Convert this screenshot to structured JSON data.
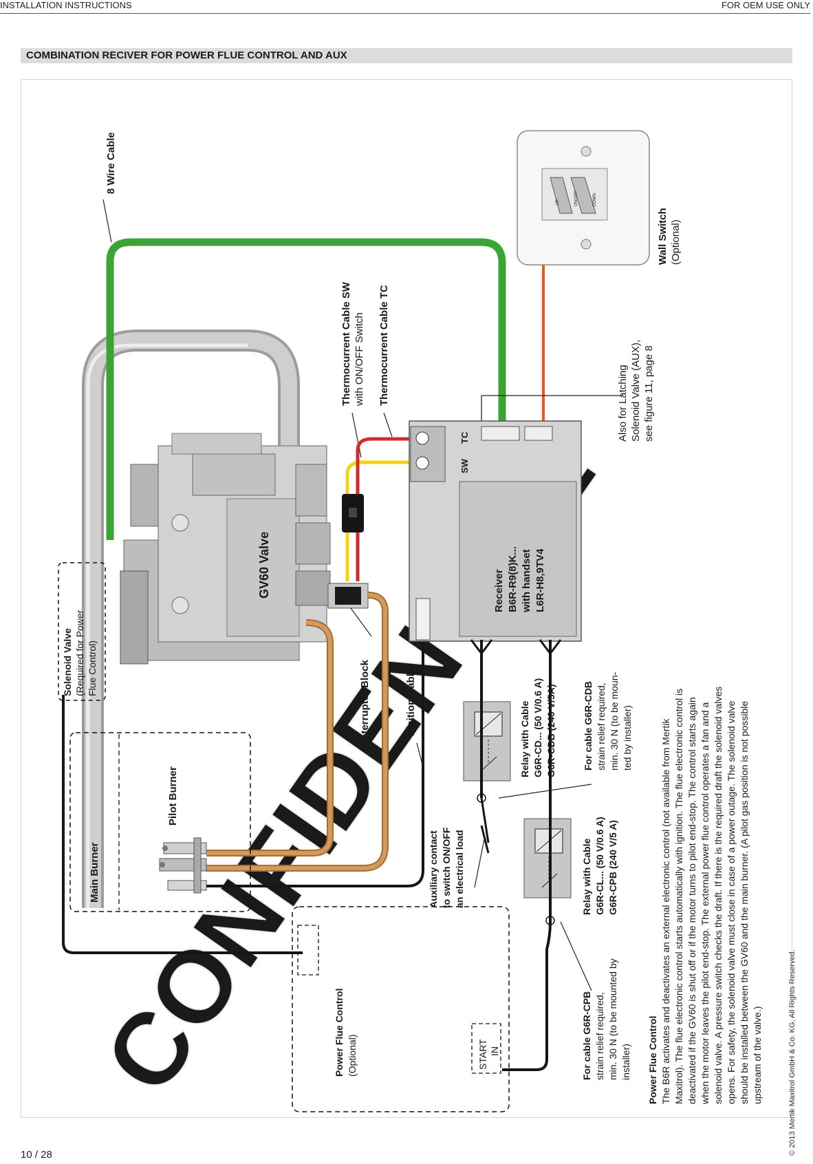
{
  "header": {
    "left": "INSTALLATION INSTRUCTIONS",
    "right": "FOR OEM USE ONLY"
  },
  "section_title": "COMBINATION RECIVER FOR POWER FLUE CONTROL AND AUX",
  "diagram": {
    "watermark": "CONFIDENTIAL",
    "labels": {
      "cable_8wire": "8 Wire Cable",
      "wall_switch": "Wall Switch",
      "wall_switch_optional": "(Optional)",
      "switch_up": "UP",
      "switch_onoff": "ON/OFF",
      "switch_down": "DOWN",
      "tc_sw_title": "Thermocurrent Cable SW",
      "tc_sw_sub": "with ON/OFF Switch",
      "tc_tc_title": "Thermocurrent Cable TC",
      "aux_note_1": "Also for Latching",
      "aux_note_2": "Solenoid Valve (AUX),",
      "aux_note_3": "see figure 11, page 8",
      "terminal_sw": "SW",
      "terminal_tc": "TC",
      "gv60": "GV60 Valve",
      "receiver_1": "Receiver",
      "receiver_2": "B6R-R9(8)K...",
      "receiver_3": "with handset",
      "receiver_4": "L6R-H8,9TV4",
      "solenoid_title": "Solenoid Valve",
      "solenoid_sub_1": "(Required for Power",
      "solenoid_sub_2": "Flue Control)",
      "interrupter": "Interrupter Block",
      "ignition": "Ignition Cable",
      "relay_cd_1": "Relay with Cable",
      "relay_cd_2": "G6R-CD... (50 V/0.6 A)",
      "relay_cd_3": "G6R-CDB (240 V/5A)",
      "cdb_note_1": "For cable G6R-CDB",
      "cdb_note_2": "strain relief required,",
      "cdb_note_3": "min. 30 N (to be moun-",
      "cdb_note_4": "ted by installer)",
      "main_burner": "Main Burner",
      "pilot_burner": "Pilot Burner",
      "aux_contact_1": "Auxiliary contact",
      "aux_contact_2": "to switch ON/OFF",
      "aux_contact_3": "an electrical load",
      "relay_cl_1": "Relay with Cable",
      "relay_cl_2": "G6R-CL... (50 V/0.6 A)",
      "relay_cl_3": "G6R-CPB (240 V/5 A)",
      "cpb_note_1": "For cable G6R-CPB",
      "cpb_note_2": "strain relief required,",
      "cpb_note_3": "min. 30 N (to be mounted by",
      "cpb_note_4": "installer)",
      "pfc_title": "Power Flue Control",
      "pfc_optional": "(Optional)",
      "start": "START",
      "in": "IN"
    },
    "description_title": "Power Flue Control",
    "description_lines": [
      "The B6R activates and deactivates an external electronic control (not available from Mertik",
      "Maxitrol). The flue electronic control starts automatically with ignition. The flue electronic control is",
      "deactivated if the GV60 is shut off or if the motor turns to pilot end-stop. The control starts again",
      "when the motor leaves the pilot end-stop. The external power flue control operates a fan and a",
      "solenoid valve. A pressure switch checks the draft. If there is the required draft the solenoid valves",
      "opens. For safety, the solenoid valve must close in case of a power outage. The solenoid valve",
      "should be installed between the GV60 and the main burner. (A pilot gas position is not possible",
      "upstream of the valve.)"
    ],
    "colors": {
      "green_cable": "#3aa535",
      "orange_wire": "#e8562a",
      "red_wire": "#d42b2b",
      "yellow_wire": "#f2d50f",
      "copper": "#d49a5c",
      "pipe": "#b9b9b9",
      "receiver_body": "#d4d4d4"
    }
  },
  "footer": {
    "copyright": "© 2013 Mertik Maxitrol GmbH & Co. KG, All Rights Reserved.",
    "page": "10 / 28"
  }
}
